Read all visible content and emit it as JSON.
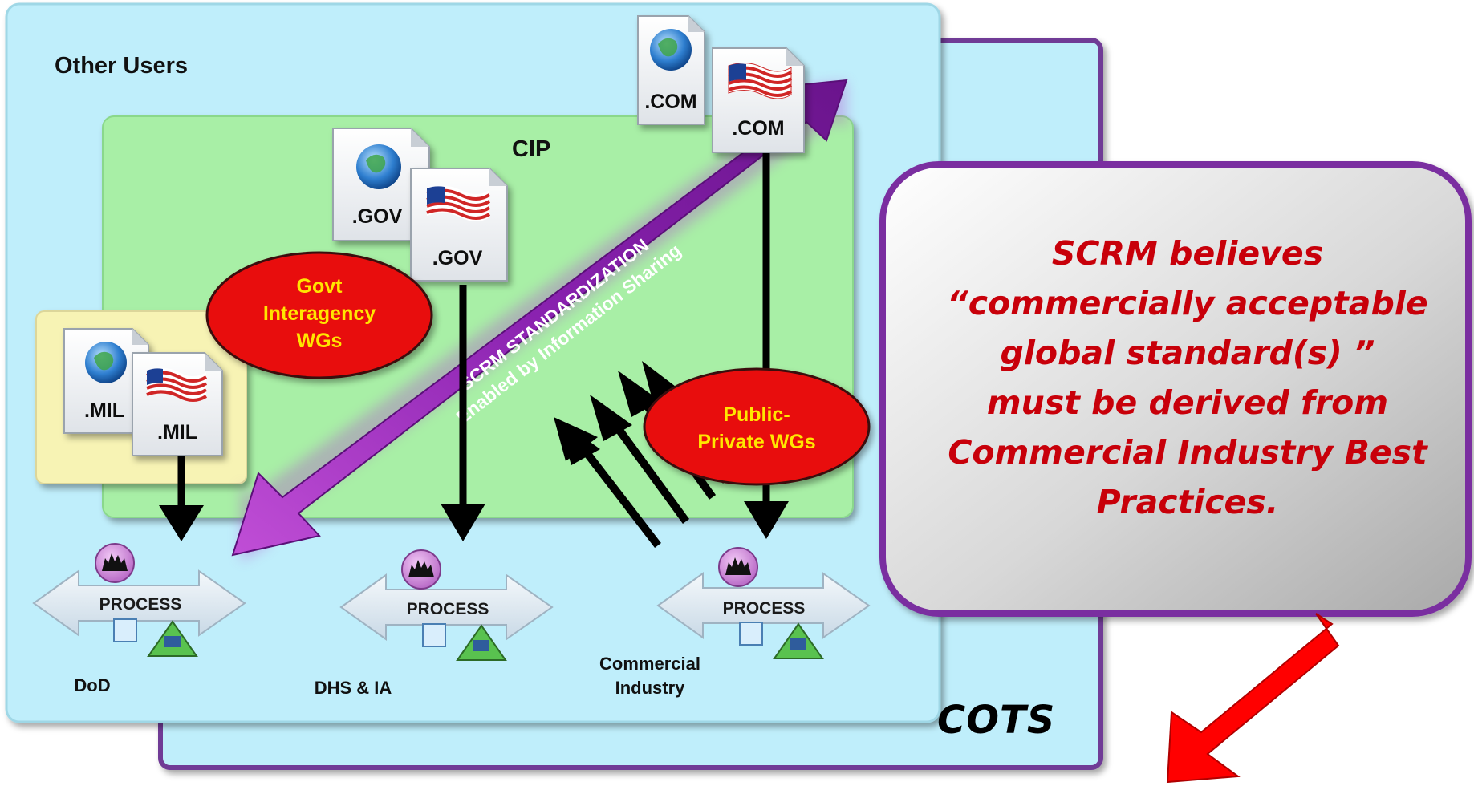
{
  "groups": {
    "other_users": "Other Users",
    "cip": "CIP",
    "cots": "COTS"
  },
  "domains": {
    "com_globe": ".COM",
    "com_flag": ".COM",
    "gov_globe": ".GOV",
    "gov_flag": ".GOV",
    "mil_globe": ".MIL",
    "mil_flag": ".MIL"
  },
  "working_groups": {
    "govt": [
      "Govt",
      "Interagency",
      "WGs"
    ],
    "public_private": [
      "Public-",
      "Private WGs"
    ]
  },
  "band": {
    "line1": "SCRM  STANDARDIZATION",
    "line2": "Enabled by Information Sharing"
  },
  "process": {
    "label_1": "PROCESS",
    "label_2": "PROCESS",
    "label_3": "PROCESS"
  },
  "sites": {
    "dod": "DoD",
    "dhs": "DHS & IA",
    "commercial": [
      "Commercial",
      "Industry"
    ]
  },
  "callout": [
    "SCRM believes",
    "“commercially acceptable",
    "global standard(s) ”",
    "must be derived from",
    "Commercial Industry Best",
    "Practices."
  ],
  "colors": {
    "outer_panel": "#bfeefb",
    "cip_panel": "#a8efa6",
    "mil_panel": "#f7f3b4",
    "purple": "#7a1fa2",
    "ellipse": "#e80d0d",
    "ellipse_text": "#ffe600",
    "callout_text": "#c8000a",
    "red_arrow": "#ff0000"
  }
}
